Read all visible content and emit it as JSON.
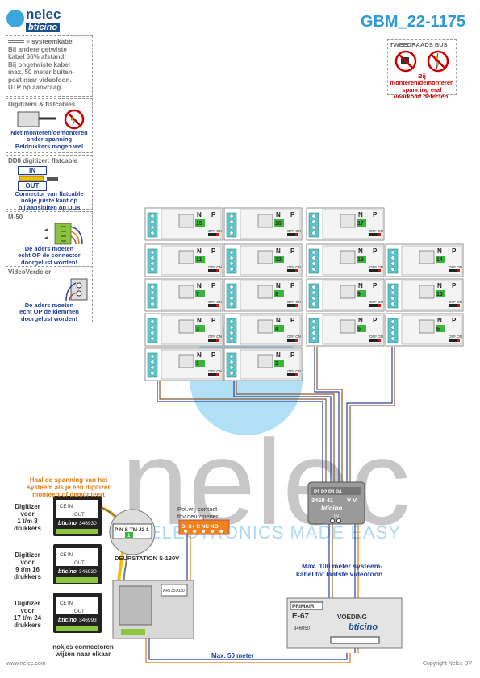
{
  "header": {
    "brand": "nelec",
    "sub_brand": "bticino",
    "title": "GBM_22-1175"
  },
  "notes": {
    "cable": {
      "heading": "= systeemkabel",
      "body": [
        "Bij andere getwiste",
        "kabel 66% afstand!",
        "Bij ongetwiste kabel",
        "max. 50 meter buiten-",
        "post naar videofoon.",
        "UTP op aanvraag."
      ]
    },
    "digitizers": {
      "heading": "Digitizers & flatcables",
      "body": [
        "Niet monteren/demonteren",
        "onder spanning",
        "Beldrukkers mogen wel"
      ]
    },
    "dd8": {
      "heading": "DD8 digitizer: flatcable",
      "in": "IN",
      "out": "OUT",
      "body": [
        "Connector van flatcable",
        "nokje juiste kant op",
        "bij aansluiten op DD8"
      ]
    },
    "m50": {
      "heading": "M-50",
      "body": [
        "De aders moeten",
        "echt OP de connector",
        "doorgelust worden!"
      ]
    },
    "videoverdeler": {
      "heading": "VideoVerdeler",
      "body": [
        "De aders moeten",
        "echt OP de klemmen",
        "doorgelust worden!"
      ]
    },
    "bus": {
      "heading": "TWEEDRAADS BUS",
      "body": [
        "Bij monteren/demonteren",
        "spanning eraf",
        "voorkomt defecten!"
      ]
    }
  },
  "units": {
    "n_label": "N",
    "p_label": "P",
    "off_on": "OFF ON",
    "rows": [
      [
        "15",
        "16",
        "17"
      ],
      [
        "11",
        "12",
        "13",
        "14"
      ],
      [
        "7",
        "8",
        "9",
        "10"
      ],
      [
        "3",
        "4",
        "5",
        "6"
      ],
      [
        "1",
        "2"
      ]
    ]
  },
  "distributor": {
    "ports": "P1 P2 P3 P4",
    "code": "3468 41",
    "vv": "V V",
    "brand": "bticino",
    "in": "IN"
  },
  "left": {
    "warning": [
      "Haal de spanning van het",
      "systeem als je een digitizer",
      "monteert of demonteert"
    ],
    "digitizers": [
      {
        "label": [
          "Digitizer",
          "voor",
          "1 t/m 8",
          "drukkers"
        ],
        "code": "346930"
      },
      {
        "label": [
          "Digitizer",
          "voor",
          "9 t/m 16",
          "drukkers"
        ],
        "code": "346930"
      },
      {
        "label": [
          "Digitizer",
          "voor",
          "17 t/m 24",
          "drukkers"
        ],
        "code": "346993"
      }
    ],
    "nokjes": [
      "nokjes connectoren",
      "wijzen naar elkaar"
    ],
    "station": "DEURSTATION S-130V",
    "terminals": "P N S TM J2 1",
    "terminal_num": "1",
    "art": "ART351030"
  },
  "relay": {
    "title": [
      "Pot.vrij contact",
      "tbv deuropener"
    ],
    "terminals": "S- S+ C NC NO"
  },
  "psu": {
    "primair": "PRIMAIR",
    "code": "E-67",
    "name": "VOEDING",
    "brand": "bticino",
    "art": "346050"
  },
  "labels": {
    "max100": [
      "Max. 100 meter systeem-",
      "kabel tot laatste videofoon"
    ],
    "max50": "Max. 50 meter"
  },
  "watermark": {
    "big": "nelec",
    "tag": "ELECTRONICS MADE EASY"
  },
  "footer": {
    "left": "www.nelec.com",
    "right": "Copyright Nelec BV"
  },
  "colors": {
    "accent": "#2e9bd6",
    "brand_dark": "#1b4f8f",
    "wire_blue": "#2b3f9e",
    "wire_orange": "#e07b12",
    "wire_brown": "#8a5a2b",
    "green": "#3cb53c",
    "red_led": "#cc1111"
  }
}
